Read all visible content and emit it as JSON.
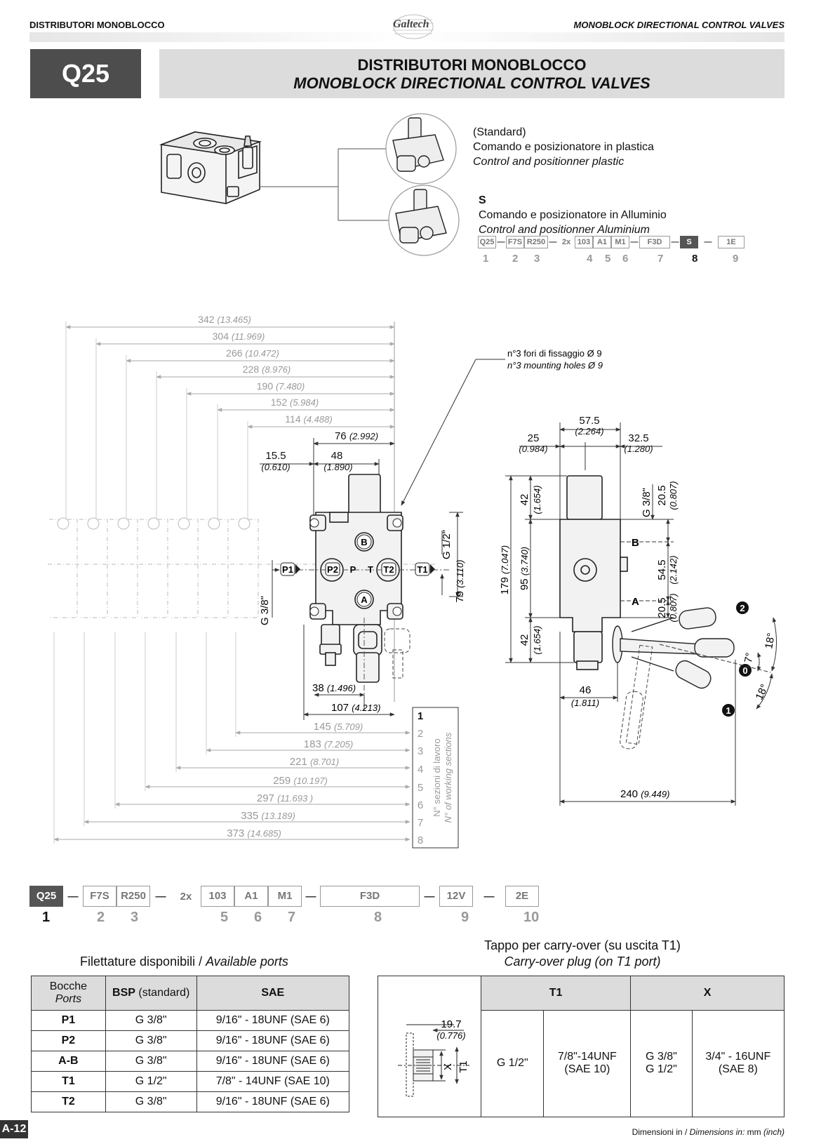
{
  "header": {
    "left": "DISTRIBUTORI MONOBLOCCO",
    "right": "MONOBLOCK DIRECTIONAL CONTROL VALVES",
    "logo": "Galtech"
  },
  "title": {
    "code": "Q25",
    "line1": "DISTRIBUTORI MONOBLOCCO",
    "line2": "MONOBLOCK DIRECTIONAL CONTROL VALVES"
  },
  "options": {
    "standard": {
      "tag": "(Standard)",
      "it": "Comando e posizionatore in plastica",
      "en": "Control and positionner plastic"
    },
    "s": {
      "tag": "S",
      "it": "Comando e posizionatore in Alluminio",
      "en": "Control and positionner Aluminium"
    },
    "small_code": [
      "Q25",
      "F7S",
      "R250",
      "2x",
      "103",
      "A1",
      "M1",
      "F3D",
      "S",
      "1E"
    ],
    "small_numbers": [
      "1",
      "2",
      "3",
      "4",
      "5",
      "6",
      "7",
      "8",
      "9"
    ]
  },
  "front_view": {
    "overall": [
      {
        "mm": "342",
        "inch": "(13.465)"
      },
      {
        "mm": "304",
        "inch": "(11.969)"
      },
      {
        "mm": "266",
        "inch": "(10.472)"
      },
      {
        "mm": "228",
        "inch": "(8.976)"
      },
      {
        "mm": "190",
        "inch": "(7.480)"
      },
      {
        "mm": "152",
        "inch": "(5.984)"
      },
      {
        "mm": "114",
        "inch": "(4.488)"
      }
    ],
    "dim_76": {
      "mm": "76",
      "inch": "(2.992)"
    },
    "dim_15_5": {
      "mm": "15.5",
      "inch": "(0.610)"
    },
    "dim_48": {
      "mm": "48",
      "inch": "(1.890)"
    },
    "g12": "G 1/2\"",
    "g38": "G 3/8\"",
    "dim_79": {
      "mm": "79",
      "inch": "(3.110)"
    },
    "holes_it": "n°3 fori di fissaggio  Ø 9",
    "holes_en": "n°3 mounting holes Ø 9",
    "ports": {
      "p1": "P1",
      "p2": "P2",
      "p": "P",
      "t": "T",
      "t2": "T2",
      "t1": "T1",
      "a": "A",
      "b": "B"
    },
    "dim_38": {
      "mm": "38",
      "inch": "(1.496)"
    },
    "dim_107": {
      "mm": "107",
      "inch": "(4.213)"
    },
    "lower": [
      {
        "mm": "145",
        "inch": "(5.709)"
      },
      {
        "mm": "183",
        "inch": "(7.205)"
      },
      {
        "mm": "221",
        "inch": "(8.701)"
      },
      {
        "mm": "259",
        "inch": "(10.197)"
      },
      {
        "mm": "297",
        "inch": "(11.693 )"
      },
      {
        "mm": "335",
        "inch": "(13.189)"
      },
      {
        "mm": "373",
        "inch": "(14.685)"
      }
    ],
    "sections": [
      "1",
      "2",
      "3",
      "4",
      "5",
      "6",
      "7",
      "8"
    ],
    "sections_it": "N° sezioni di lavoro",
    "sections_en": "N° of working sections"
  },
  "side_view": {
    "dim_57_5": {
      "mm": "57.5",
      "inch": "(2.264)"
    },
    "dim_25": {
      "mm": "25",
      "inch": "(0.984)"
    },
    "dim_32_5": {
      "mm": "32.5",
      "inch": "(1.280)"
    },
    "dim_42a": {
      "mm": "42",
      "inch": "(1.654)"
    },
    "dim_179": {
      "mm": "179",
      "inch": "(7.047)"
    },
    "dim_95": {
      "mm": "95",
      "inch": "(3.740)"
    },
    "dim_42b": {
      "mm": "42",
      "inch": "(1.654)"
    },
    "g38": "G 3/8\"",
    "dim_20_5a": {
      "mm": "20.5",
      "inch": "(0.807)"
    },
    "dim_54_5": {
      "mm": "54.5",
      "inch": "(2.142)"
    },
    "dim_20_5b": {
      "mm": "20.5",
      "inch": "(0.807)"
    },
    "b": "B",
    "a": "A",
    "dim_46": {
      "mm": "46",
      "inch": "(1.811)"
    },
    "dim_240": {
      "mm": "240",
      "inch": "(9.449)"
    },
    "angles": {
      "a18_top": "18°",
      "a7": "7°",
      "a18_bot": "18°"
    },
    "positions": {
      "p2": "2",
      "p0": "0",
      "p1": "1"
    }
  },
  "order_code": {
    "boxes": [
      "Q25",
      "F7S",
      "R250",
      "2x",
      "103",
      "A1",
      "M1",
      "F3D",
      "12V",
      "2E"
    ],
    "numbers": [
      "1",
      "2",
      "3",
      "5",
      "6",
      "7",
      "8",
      "9",
      "10"
    ]
  },
  "ports_table": {
    "title_it": "Filettature disponibili / ",
    "title_en": "Available ports",
    "head": {
      "col1_it": "Bocche",
      "col1_en": "Ports",
      "col2_b": "BSP",
      "col2_r": " (standard)",
      "col3": "SAE"
    },
    "rows": [
      {
        "port": "P1",
        "bsp": "G 3/8\"",
        "sae": "9/16\" - 18UNF (SAE 6)"
      },
      {
        "port": "P2",
        "bsp": "G 3/8\"",
        "sae": "9/16\" - 18UNF (SAE 6)"
      },
      {
        "port": "A-B",
        "bsp": "G 3/8\"",
        "sae": "9/16\" - 18UNF (SAE 6)"
      },
      {
        "port": "T1",
        "bsp": "G 1/2\"",
        "sae": "7/8\" - 14UNF (SAE 10)"
      },
      {
        "port": "T2",
        "bsp": "G 3/8\"",
        "sae": "9/16\" - 18UNF (SAE 6)"
      }
    ]
  },
  "carry_over": {
    "title_it": "Tappo per carry-over (su uscita T1)",
    "title_en": "Carry-over plug (on T1 port)",
    "head": {
      "t1": "T1",
      "x": "X"
    },
    "sketch": {
      "mm": "19.7",
      "inch": "(0.776)",
      "x": "X",
      "t1": "T1"
    },
    "cells": {
      "t1_bsp": "G 1/2\"",
      "t1_sae_1": "7/8\"-14UNF",
      "t1_sae_2": "(SAE 10)",
      "x_bsp_1": "G 3/8\"",
      "x_bsp_2": "G 1/2\"",
      "x_sae_1": "3/4\" - 16UNF",
      "x_sae_2": "(SAE 8)"
    }
  },
  "footer": {
    "page": "A-12",
    "dims_it": "Dimensioni in / ",
    "dims_en": "Dimensions in:",
    "dims_units": " mm ",
    "dims_inch": "(inch)"
  }
}
